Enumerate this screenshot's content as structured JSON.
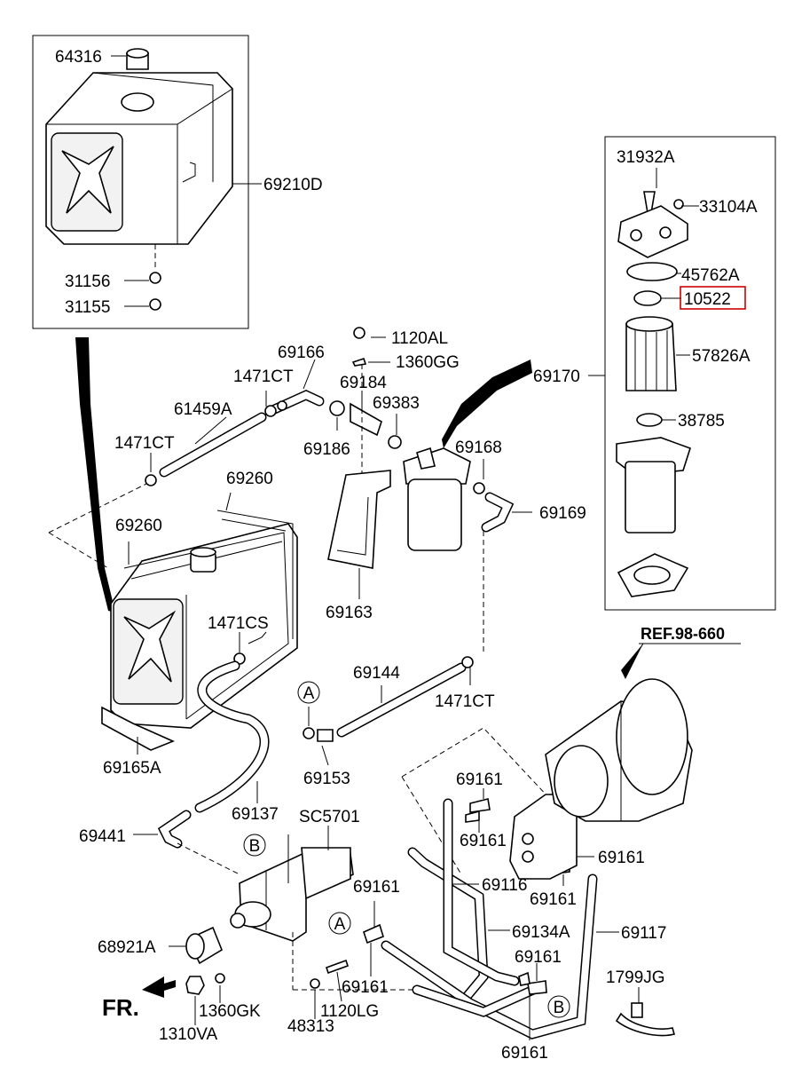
{
  "diagram": {
    "labels": {
      "p64316": "64316",
      "p69210D": "69210D",
      "p31156": "31156",
      "p31155": "31155",
      "p1120AL": "1120AL",
      "p1360GG": "1360GG",
      "p69166": "69166",
      "p1471CT_a": "1471CT",
      "p69184": "69184",
      "p69383": "69383",
      "p61459A": "61459A",
      "p69186": "69186",
      "p69170": "69170",
      "p1471CT_b": "1471CT",
      "p69168": "69168",
      "p69260_a": "69260",
      "p69169": "69169",
      "p69260_b": "69260",
      "p69163": "69163",
      "p1471CS": "1471CS",
      "p69144": "69144",
      "p1471CT_c": "1471CT",
      "p69165A": "69165A",
      "p69153": "69153",
      "p69137": "69137",
      "pSC5701": "SC5701",
      "p69441": "69441",
      "p69161_a": "69161",
      "p69161_b": "69161",
      "p69161_c": "69161",
      "p69116": "69116",
      "p69161_d": "69161",
      "p69161_e": "69161",
      "p69134A": "69134A",
      "p69117": "69117",
      "p68921A": "68921A",
      "p69161_f": "69161",
      "p69161_g": "69161",
      "p1799JG": "1799JG",
      "p1360GK": "1360GK",
      "p1120LG": "1120LG",
      "p1310VA": "1310VA",
      "p48313": "48313",
      "p69161_h": "69161",
      "p31932A": "31932A",
      "p33104A": "33104A",
      "p45762A": "45762A",
      "p10522": "10522",
      "p57826A": "57826A",
      "p38785": "38785",
      "ref": "REF.98-660",
      "fr": "FR."
    },
    "callouts": {
      "A1": "A",
      "A2": "A",
      "B1": "B",
      "B2": "B"
    },
    "highlight_color": "#cc0000"
  }
}
